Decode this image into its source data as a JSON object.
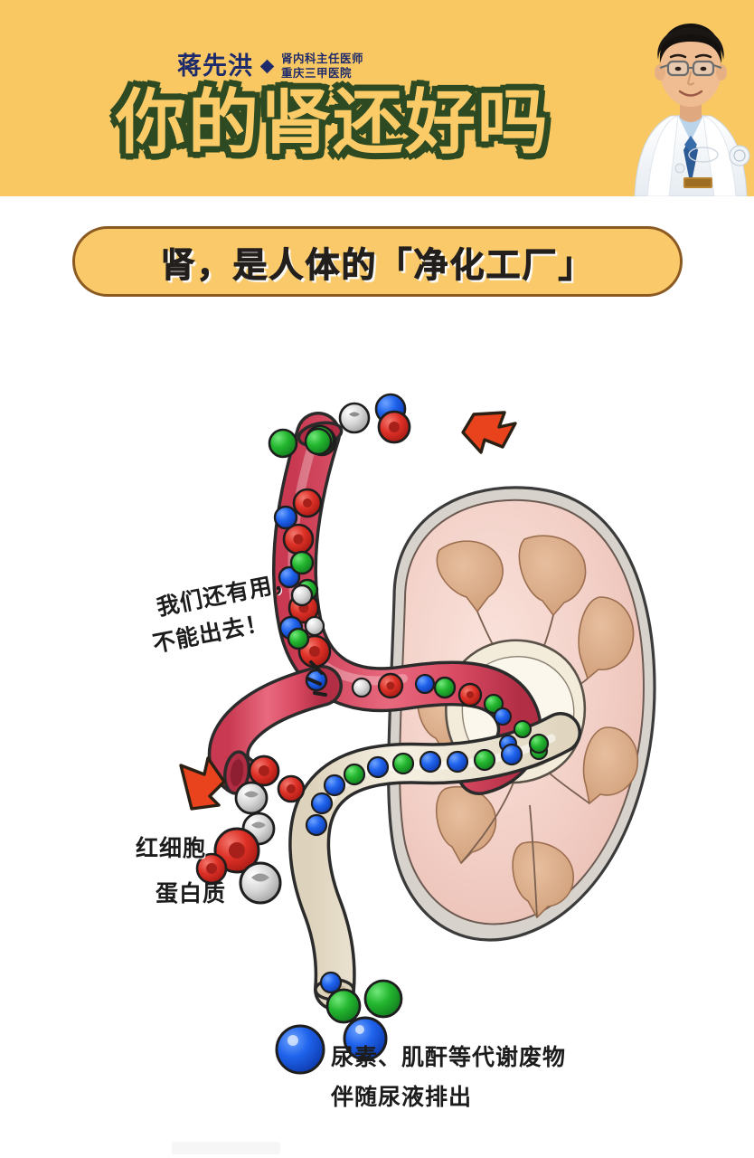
{
  "header": {
    "background_color": "#fac862",
    "doctor": {
      "name": "蒋先洪",
      "credential_line1": "肾内科主任医师",
      "credential_line2": "重庆三甲医院",
      "photo_alt": "doctor-portrait"
    },
    "main_title": "你的肾还好吗",
    "title_fill_color": "#fbcb68",
    "title_outline_color": "#2d4a22",
    "title_inner_stroke_color": "#ffffff"
  },
  "banner": {
    "text": "肾，是人体的「净化工厂」",
    "fill_color": "#f9c96a",
    "border_color": "#8a5a22",
    "text_color": "#231f1c"
  },
  "illustration": {
    "speech_note_line1": "我们还有用，",
    "speech_note_line2": "不能出去！",
    "label_red_blood_cell": "红细胞",
    "label_protein": "蛋白质",
    "colors": {
      "artery_red": "#e05a6c",
      "artery_dark": "#c0374c",
      "kidney_cortex": "#f4d3cb",
      "kidney_medulla": "#dfae8e",
      "ureter_cream": "#efe7d4",
      "arrow_red": "#e8431c",
      "particle_blue": "#1560e8",
      "particle_green": "#22b22d",
      "particle_red": "#e03028",
      "particle_gray": "#cfcfcf"
    },
    "particle_legend": [
      {
        "name": "red-blood-cell",
        "color": "#e03028"
      },
      {
        "name": "protein",
        "color": "#cfcfcf"
      },
      {
        "name": "urea",
        "color": "#1560e8"
      },
      {
        "name": "creatinine",
        "color": "#22b22d"
      }
    ]
  },
  "bottom_caption": {
    "line1": "尿素、肌酐等代谢废物",
    "line2": "伴随尿液排出"
  }
}
